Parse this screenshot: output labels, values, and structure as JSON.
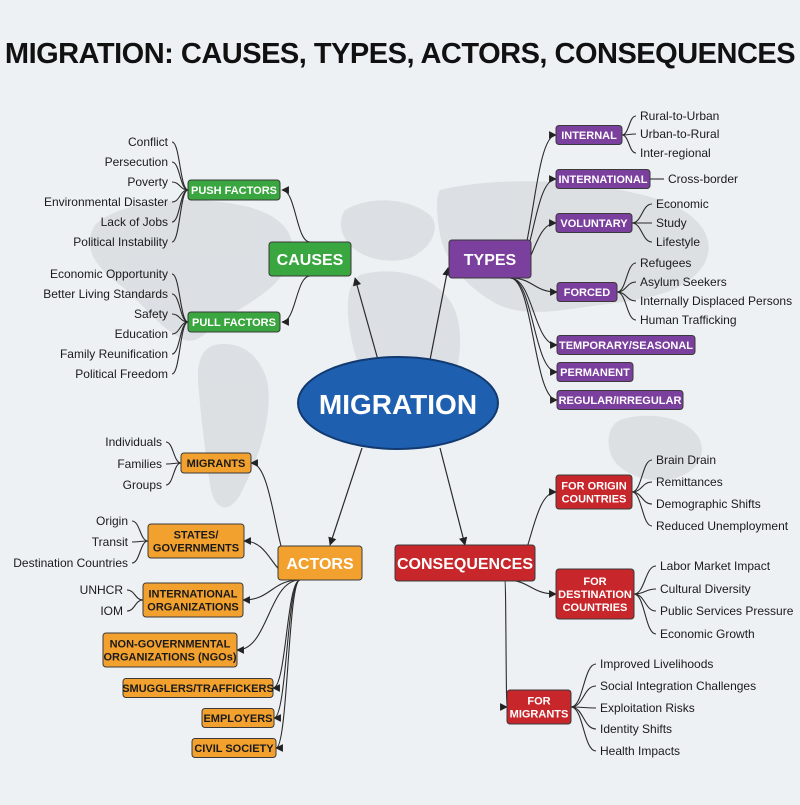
{
  "title": "MIGRATION: CAUSES, TYPES, ACTORS, CONSEQUENCES",
  "center": "MIGRATION",
  "colors": {
    "causes": "#3aa63f",
    "types": "#7b3f9e",
    "actors": "#f2a12e",
    "consequences": "#c7262b",
    "center": "#1f5fb0"
  },
  "causes": {
    "label": "CAUSES",
    "push": {
      "label": "PUSH FACTORS",
      "items": [
        "Conflict",
        "Persecution",
        "Poverty",
        "Environmental Disaster",
        "Lack of Jobs",
        "Political Instability"
      ]
    },
    "pull": {
      "label": "PULL FACTORS",
      "items": [
        "Economic Opportunity",
        "Better Living Standards",
        "Safety",
        "Education",
        "Family Reunification",
        "Political Freedom"
      ]
    }
  },
  "types": {
    "label": "TYPES",
    "internal": {
      "label": "INTERNAL",
      "items": [
        "Rural-to-Urban",
        "Urban-to-Rural",
        "Inter-regional"
      ]
    },
    "international": {
      "label": "INTERNATIONAL",
      "items": [
        "Cross-border"
      ]
    },
    "voluntary": {
      "label": "VOLUNTARY",
      "items": [
        "Economic",
        "Study",
        "Lifestyle"
      ]
    },
    "forced": {
      "label": "FORCED",
      "items": [
        "Refugees",
        "Asylum Seekers",
        "Internally Displaced Persons",
        "Human Trafficking"
      ]
    },
    "temporary": {
      "label": "TEMPORARY/SEASONAL"
    },
    "permanent": {
      "label": "PERMANENT"
    },
    "regular": {
      "label": "REGULAR/IRREGULAR"
    }
  },
  "actors": {
    "label": "ACTORS",
    "migrants": {
      "label": "MIGRANTS",
      "items": [
        "Individuals",
        "Families",
        "Groups"
      ]
    },
    "states": {
      "label": [
        "STATES/",
        "GOVERNMENTS"
      ],
      "items": [
        "Origin",
        "Transit",
        "Destination Countries"
      ]
    },
    "intl_orgs": {
      "label": [
        "INTERNATIONAL",
        "ORGANIZATIONS"
      ],
      "items": [
        "UNHCR",
        "IOM"
      ]
    },
    "ngos": {
      "label": [
        "NON-GOVERNMENTAL",
        "ORGANIZATIONS (NGOs)"
      ]
    },
    "smugglers": {
      "label": "SMUGGLERS/TRAFFICKERS"
    },
    "employers": {
      "label": "EMPLOYERS"
    },
    "civil": {
      "label": "CIVIL SOCIETY"
    }
  },
  "consequences": {
    "label": "CONSEQUENCES",
    "origin": {
      "label": [
        "FOR ORIGIN",
        "COUNTRIES"
      ],
      "items": [
        "Brain Drain",
        "Remittances",
        "Demographic Shifts",
        "Reduced Unemployment"
      ]
    },
    "destination": {
      "label": [
        "FOR",
        "DESTINATION",
        "COUNTRIES"
      ],
      "items": [
        "Labor Market Impact",
        "Cultural Diversity",
        "Public Services Pressure",
        "Economic Growth"
      ]
    },
    "migrants": {
      "label": [
        "FOR",
        "MIGRANTS"
      ],
      "items": [
        "Improved Livelihoods",
        "Social Integration Challenges",
        "Exploitation Risks",
        "Identity Shifts",
        "Health Impacts"
      ]
    }
  }
}
